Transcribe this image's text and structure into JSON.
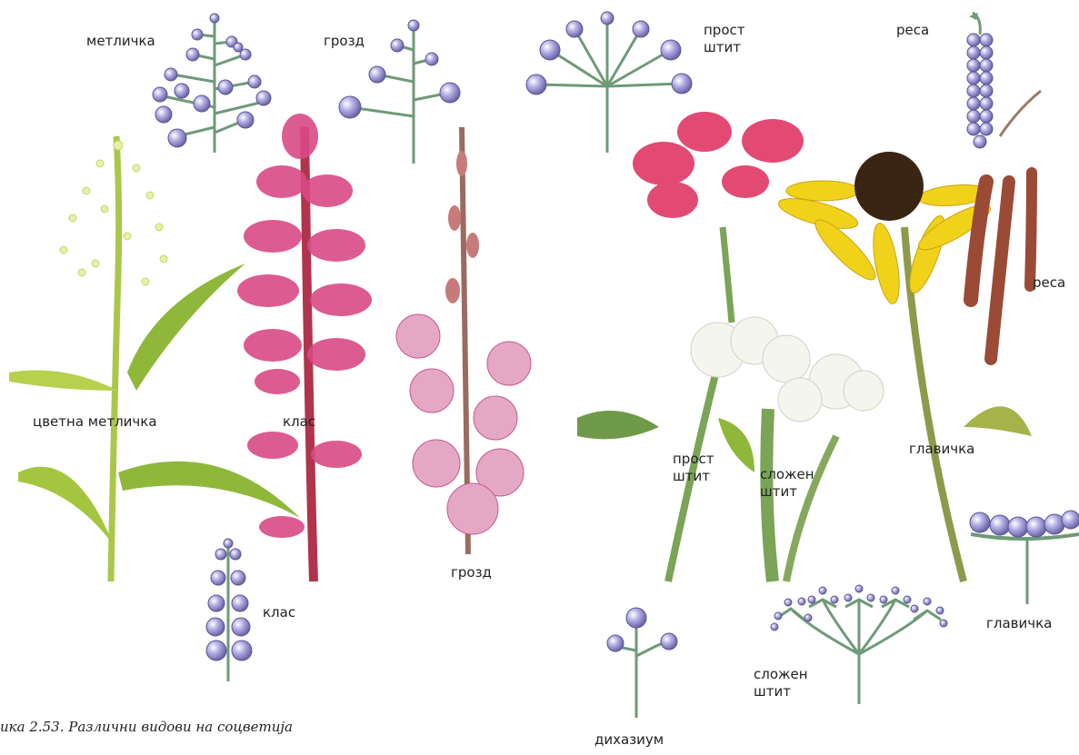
{
  "labels": {
    "metlichka_top": "метличка",
    "grozd_top": "грозд",
    "prost_shtit_top": "прост\nштит",
    "resa_top": "реса",
    "resa_right": "реса",
    "cvetna_metlichka": "цветна метличка",
    "klas_mid": "клас",
    "klas_bottom": "клас",
    "grozd_bottom": "грозд",
    "prost_shtit_mid": "прост\nштит",
    "slozhen_shtit_mid": "сложен\nштит",
    "glavichka_mid": "главичка",
    "glavichka_right": "главичка",
    "slozhen_shtit_bottom": "сложен\nштит",
    "dihazium": "дихазиум"
  },
  "caption": "ика 2.53. Различни видови на соцветија",
  "colors": {
    "flower_ball": "#9e98d6",
    "stem_schematic": "#6f9a78",
    "pink": "#d94a86",
    "yellow": "#f1d21a",
    "green": "#8fb83a"
  }
}
